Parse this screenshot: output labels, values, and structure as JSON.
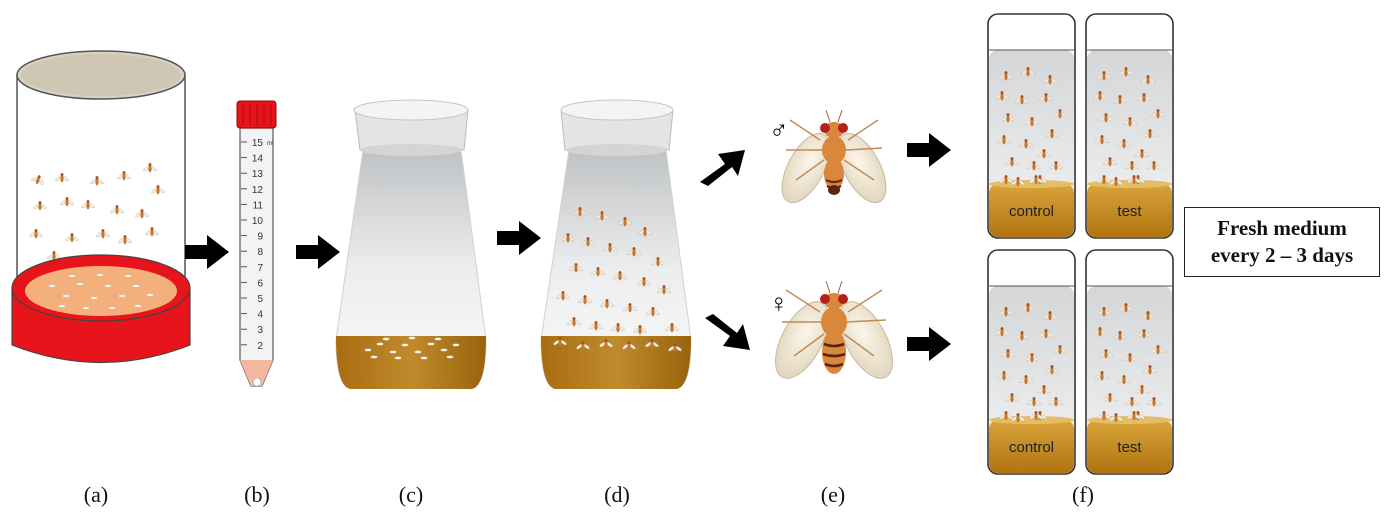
{
  "panels": {
    "a": "(a)",
    "b": "(b)",
    "c": "(c)",
    "d": "(d)",
    "e": "(e)",
    "f": "(f)"
  },
  "tube": {
    "unit": "ml",
    "marks": [
      "15",
      "14",
      "13",
      "12",
      "11",
      "10",
      "9",
      "8",
      "7",
      "6",
      "5",
      "4",
      "3",
      "2"
    ]
  },
  "sex_symbols": {
    "male": "♂",
    "female": "♀"
  },
  "vials": {
    "top_left": "control",
    "top_right": "test",
    "bottom_left": "control",
    "bottom_right": "test"
  },
  "note": {
    "line1": "Fresh medium",
    "line2": "every 2 – 3 days"
  },
  "colors": {
    "red": "#e8141b",
    "medium": "#b47a14",
    "medium_light": "#e0b04e",
    "fly_body": "#d98a3c",
    "arrow": "#000000"
  }
}
